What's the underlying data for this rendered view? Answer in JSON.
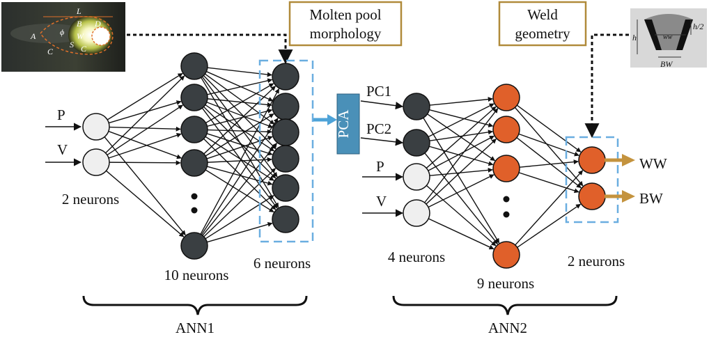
{
  "labels": {
    "molten_pool": [
      "Molten pool",
      "morphology"
    ],
    "weld_geometry": [
      "Weld",
      "geometry"
    ],
    "pca": "PCA",
    "pc1": "PC1",
    "pc2": "PC2",
    "ann1_input_p": "P",
    "ann1_input_v": "V",
    "ann2_input_p": "P",
    "ann2_input_v": "V",
    "out_ww": "WW",
    "out_bw": "BW",
    "ann1_inputs_count": "2 neurons",
    "ann1_hidden_count": "10 neurons",
    "ann1_outputs_count": "6 neurons",
    "ann2_inputs_count": "4 neurons",
    "ann2_hidden_count": "9 neurons",
    "ann2_outputs_count": "2 neurons",
    "ann1": "ANN1",
    "ann2": "ANN2"
  },
  "pool_image_labels": {
    "L": "L",
    "A": "A",
    "B": "B",
    "D": "D",
    "phi": "ϕ",
    "W": "W",
    "S": "S",
    "C": "C",
    "C2": "C"
  },
  "weld_image_labels": {
    "h": "h",
    "h2": "h/2",
    "ww": "ww",
    "bw": "BW"
  },
  "colors": {
    "dark_neuron": "#3a3f42",
    "light_neuron": "#efefef",
    "orange_neuron": "#e0602a",
    "pca_box": "#4a90b8",
    "dashed_box": "#6aaee0",
    "label_box_border": "#b08a3a",
    "output_arrow": "#c4933e",
    "pca_arrow": "#4ea3d8"
  }
}
